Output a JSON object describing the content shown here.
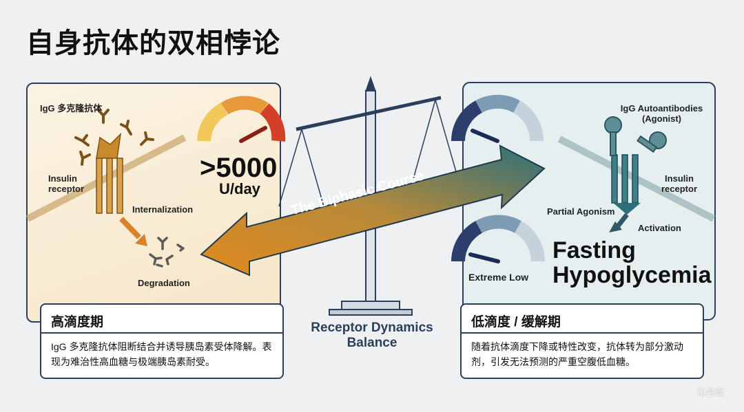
{
  "title": "自身抗体的双相悖论",
  "left": {
    "antibody_label": "IgG 多克隆抗体",
    "receptor_label": "Insulin receptor",
    "internalization": "Internalization",
    "degradation": "Degradation",
    "gauge_value": ">5000",
    "gauge_unit": "U/day",
    "gauge_level": 0.85,
    "box_title": "高滴度期",
    "box_text": "IgG 多克隆抗体阻断结合并诱导胰岛素受体降解。表现为难治性高血糖与极端胰岛素耐受。"
  },
  "right": {
    "antibody_label": "IgG Autoantibodies (Agonist)",
    "receptor_label": "Insulin receptor",
    "partial_agonism": "Partial Agonism",
    "activation": "Activation",
    "headline_1": "Fasting",
    "headline_2": "Hypoglycemia",
    "gauge_label": "Extreme Low",
    "box_title": "低滴度 / 缓解期",
    "box_text": "随着抗体滴度下降或特性改变，抗体转为部分激动剂，引发无法预测的严重空腹低血糖。"
  },
  "center": {
    "arrow_label": "The Biphasic Course",
    "caption": "Receptor Dynamics Balance"
  },
  "watermark": "沁月谈",
  "colors": {
    "navy": "#2b3f5c",
    "orange": "#e08a1e",
    "teal": "#2d6f7a",
    "gauge_red": "#c0392b"
  }
}
